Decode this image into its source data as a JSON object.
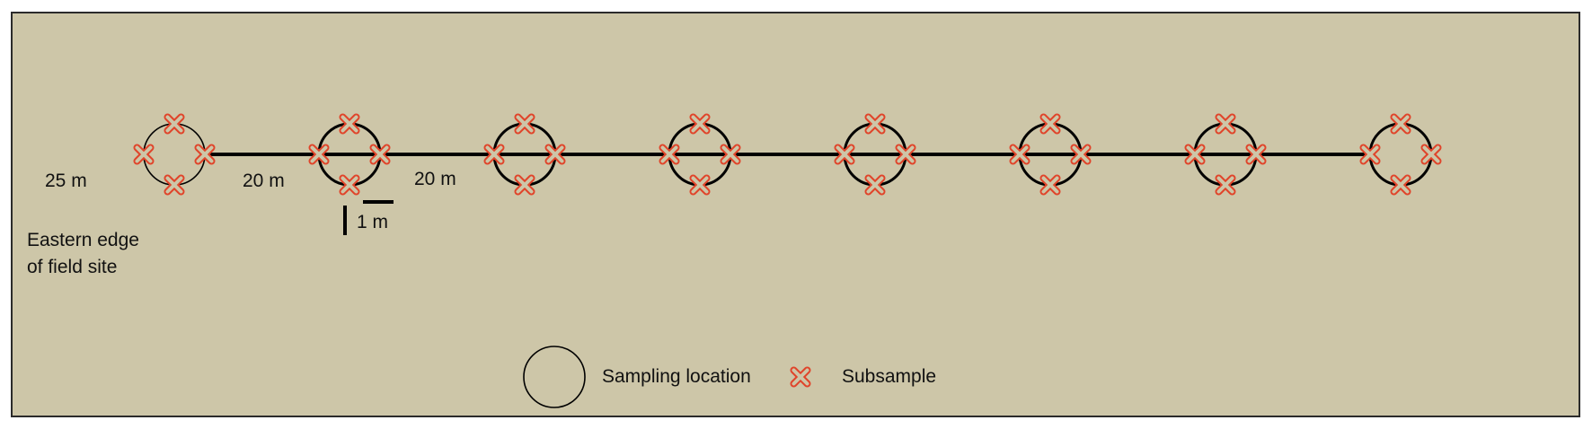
{
  "colors": {
    "background": "#cdc6a8",
    "border": "#2b2b2b",
    "line": "#000000",
    "subsample_marker": "#e0442a"
  },
  "icons": {
    "sampling_location": "circle-outline-icon",
    "subsample": "cross-x-icon"
  },
  "labels": {
    "edge_distance": "25 m",
    "spacing_1": "20 m",
    "spacing_2": "20 m",
    "scale_bar": "1 m",
    "site_edge_line1": "Eastern edge",
    "site_edge_line2": "of field site"
  },
  "legend": {
    "sampling_location": "Sampling location",
    "subsample": "Subsample"
  },
  "design": {
    "sampling_location_count": 8,
    "subsamples_per_location": 4
  }
}
